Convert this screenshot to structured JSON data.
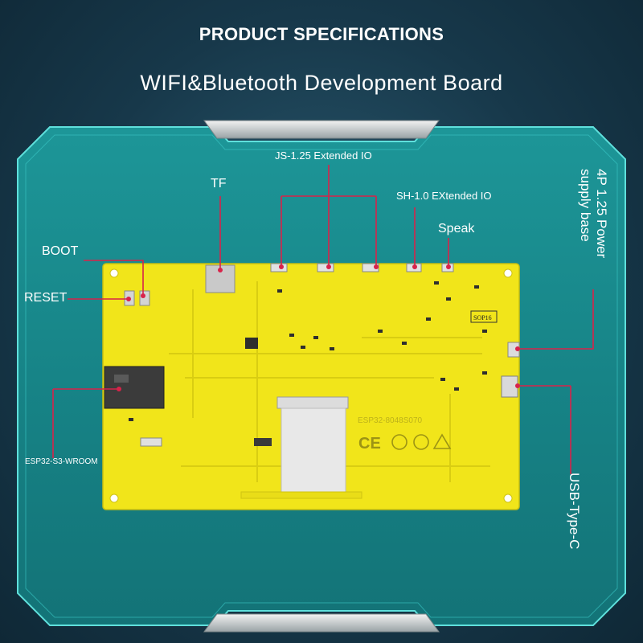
{
  "header": {
    "title": "PRODUCT SPECIFICATIONS",
    "subtitle": "WIFI&Bluetooth Development Board"
  },
  "labels": {
    "tf": "TF",
    "js_io": "JS-1.25 Extended IO",
    "sh_io": "SH-1.0 EXtended IO",
    "speak": "Speak",
    "boot": "BOOT",
    "reset": "RESET",
    "esp_module": "ESP32-S3-WROOM",
    "power_line1": "4P 1.25 Power",
    "power_line2": "supply base",
    "usb": "USB-Type-C"
  },
  "board": {
    "silkscreen_model": "ESP32-8048S070",
    "chip_marking": "SOP16"
  },
  "colors": {
    "background": "#17384a",
    "frame": "#1a8a8f",
    "pcb": "#f1e51a",
    "leader_line": "#d8234a"
  }
}
